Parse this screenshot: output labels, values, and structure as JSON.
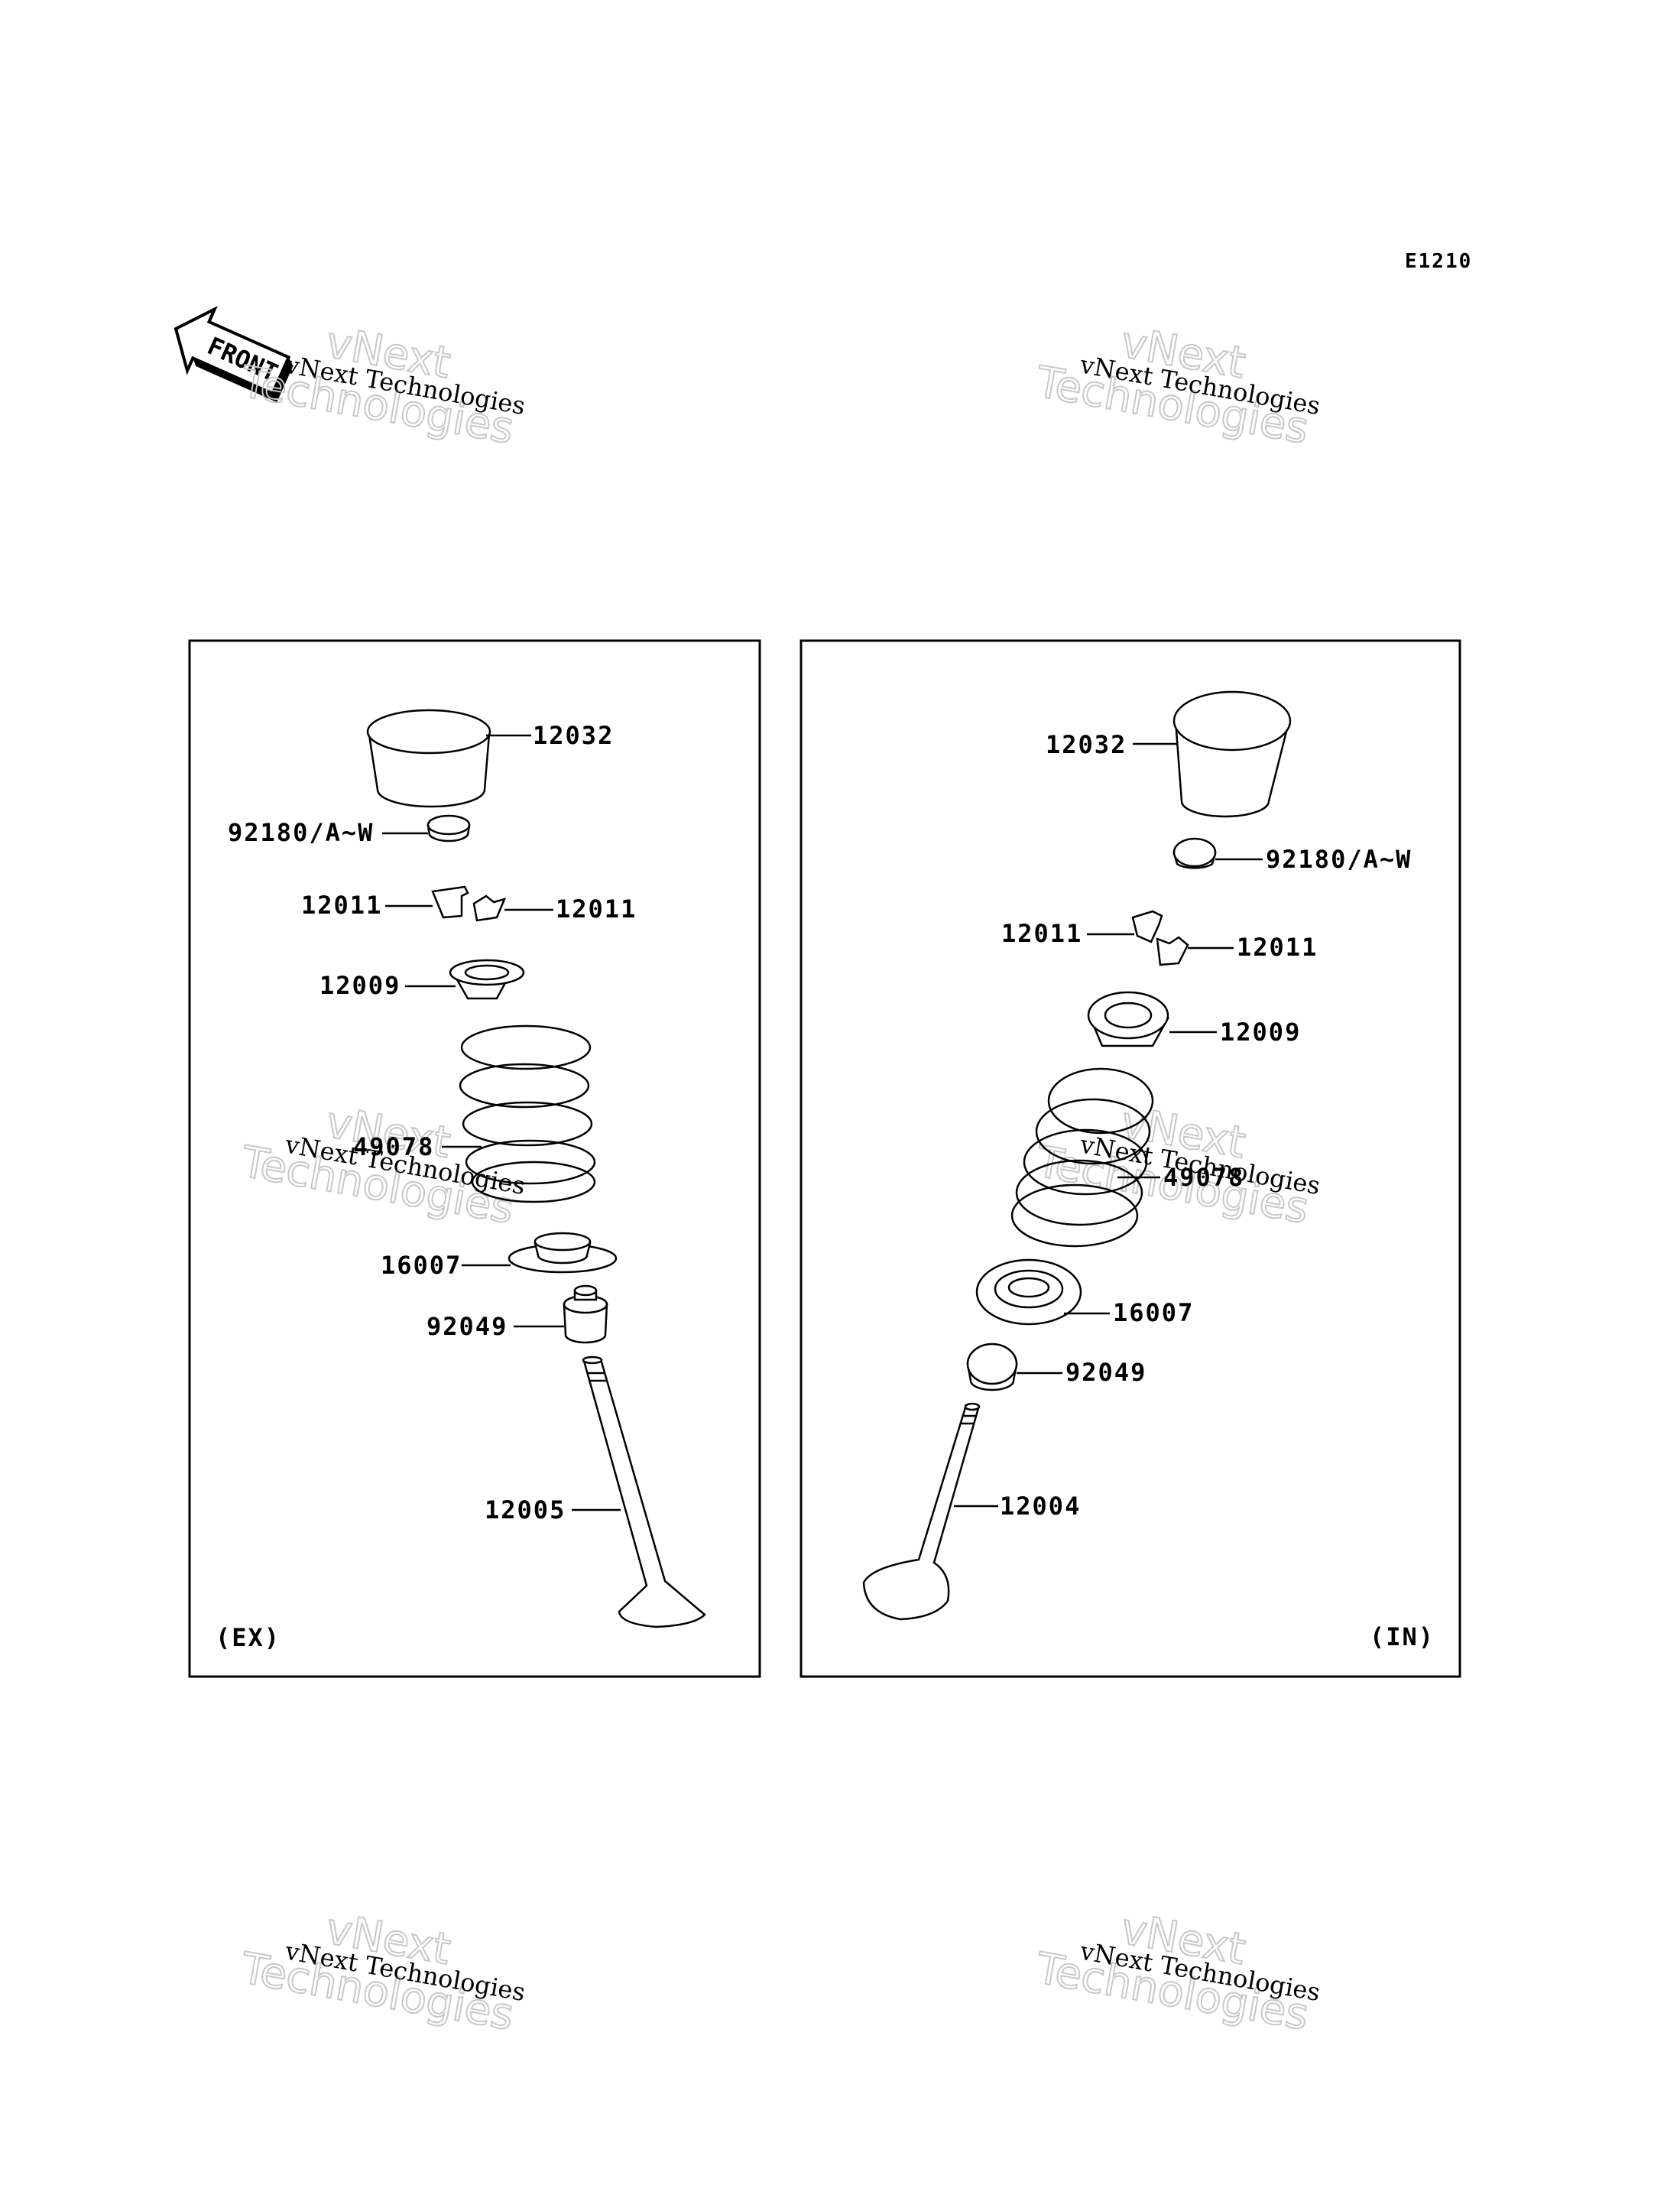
{
  "diagram_code": "E1210",
  "front_arrow_label": "FRONT",
  "watermark": {
    "line1": "vNext Technologies",
    "line2a": "vNext",
    "line2b": "Technologies"
  },
  "panels": {
    "exhaust": {
      "tag": "(EX)",
      "labels": {
        "tappet": "12032",
        "shim": "92180/A~W",
        "retainer_left": "12011",
        "retainer_right": "12011",
        "spring_cap": "12009",
        "spring": "49078",
        "spring_seat": "16007",
        "seal": "92049",
        "valve": "12005"
      }
    },
    "intake": {
      "tag": "(IN)",
      "labels": {
        "tappet": "12032",
        "shim": "92180/A~W",
        "retainer_left": "12011",
        "retainer_right": "12011",
        "spring_cap": "12009",
        "spring": "49078",
        "spring_seat": "16007",
        "seal": "92049",
        "valve": "12004"
      }
    }
  }
}
